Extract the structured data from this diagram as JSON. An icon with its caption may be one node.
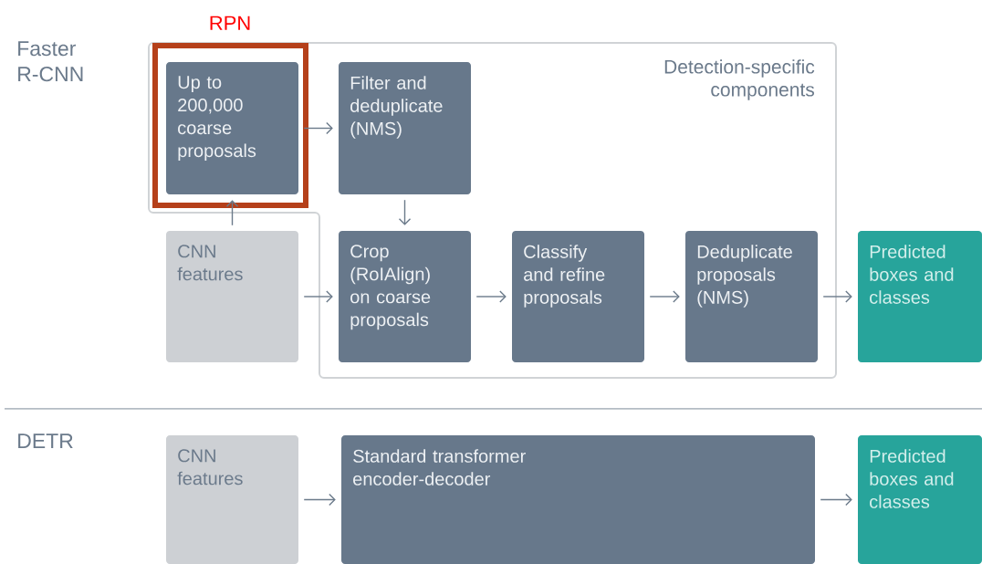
{
  "diagram": {
    "nodes": [
      {
        "text": [
          "Detection-specific components"
        ]
      },
      {
        "text": [
          "RPN"
        ],
        "in": 0
      },
      {
        "text": [
          "Up to 200,000 coarse proposals"
        ],
        "in": 1
      },
      {
        "text": [
          "Filter and deduplicate (NMS)"
        ],
        "in": 0
      },
      {
        "text": [
          "CNN features"
        ]
      },
      {
        "text": [
          "Crop (RoIAlign) on coarse proposals"
        ],
        "in": 0
      },
      {
        "text": [
          "Classify and refine proposals"
        ],
        "in": 0
      },
      {
        "text": [
          "Deduplicate proposals (NMS)"
        ],
        "in": 0
      },
      {
        "text": [
          "Predicted boxes and classes"
        ]
      },
      {
        "text": [
          "CNN features"
        ]
      },
      {
        "text": [
          "Standard transformer encoder-decoder"
        ]
      },
      {
        "text": [
          "Predicted boxes and classes"
        ]
      }
    ],
    "edges": [
      {
        "from": 2,
        "to": 3,
        "arrow": "to"
      },
      {
        "from": 4,
        "to": 2,
        "arrow": "to"
      },
      {
        "from": 3,
        "to": 5,
        "arrow": "to"
      },
      {
        "from": 4,
        "to": 5,
        "arrow": "to"
      },
      {
        "from": 5,
        "to": 6,
        "arrow": "to"
      },
      {
        "from": 6,
        "to": 7,
        "arrow": "to"
      },
      {
        "from": 7,
        "to": 8,
        "arrow": "to"
      },
      {
        "from": 9,
        "to": 10,
        "arrow": "to"
      },
      {
        "from": 10,
        "to": 11,
        "arrow": "to"
      }
    ],
    "labels": [
      "Faster R-CNN",
      "DETR"
    ]
  }
}
